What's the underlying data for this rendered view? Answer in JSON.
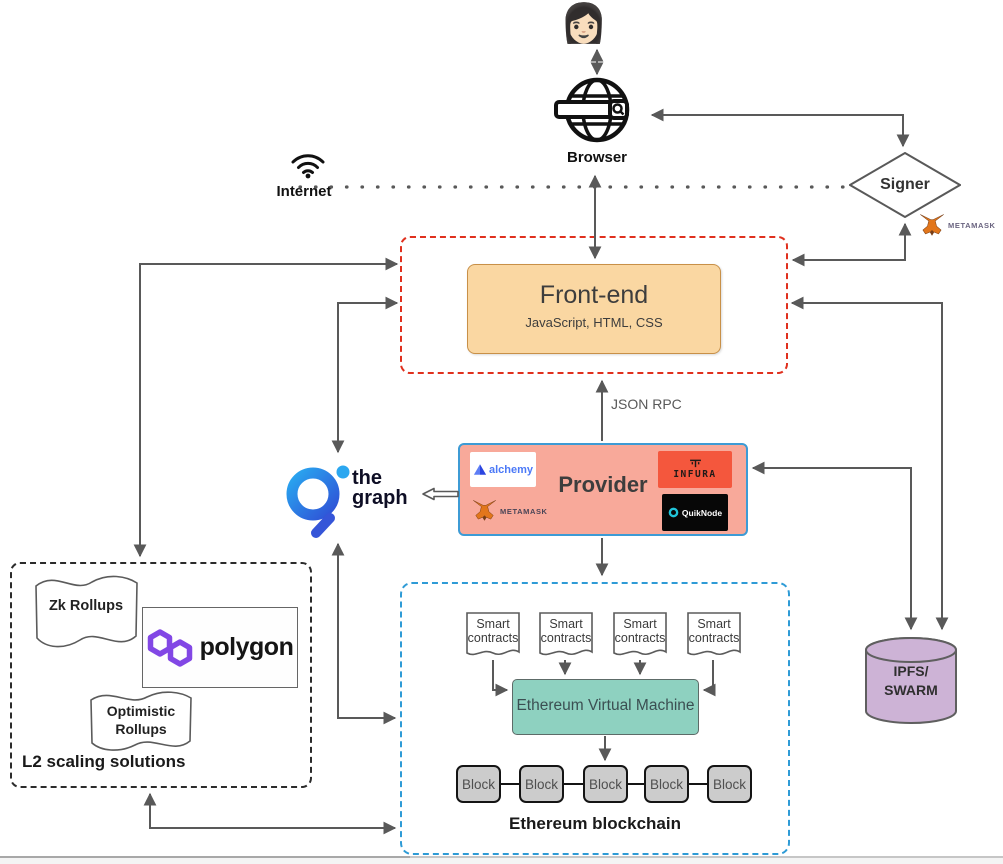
{
  "nodes": {
    "user": {
      "emoji": "👩🏻"
    },
    "browser": {
      "label": "Browser"
    },
    "internet": {
      "label": "Internet"
    },
    "signer": {
      "label": "Signer",
      "wallet_label": "METAMASK"
    },
    "frontend": {
      "title": "Front-end",
      "subtitle": "JavaScript, HTML, CSS"
    },
    "rpc_label": "JSON RPC",
    "provider": {
      "title": "Provider",
      "alchemy_label": "alchemy",
      "metamask_label": "METAMASK",
      "infura_label": "INFURA",
      "quiknode_label": "QuikNode"
    },
    "the_graph": {
      "line1": "the",
      "line2": "graph"
    },
    "l2": {
      "caption": "L2 scaling solutions",
      "zk_label": "Zk Rollups",
      "optimistic_line1": "Optimistic",
      "optimistic_line2": "Rollups",
      "polygon_label": "polygon"
    },
    "ethereum": {
      "caption": "Ethereum blockchain",
      "evm_label": "Ethereum Virtual Machine",
      "smart_contract": {
        "line1": "Smart",
        "line2": "contracts"
      },
      "blocks": [
        "Block",
        "Block",
        "Block",
        "Block",
        "Block"
      ]
    },
    "storage": {
      "line1": "IPFS/",
      "line2": "SWARM"
    }
  },
  "colors": {
    "red_dashed": "#e0301e",
    "blue_dashed": "#2e9bd6",
    "frontend_fill": "#fad7a2",
    "provider_fill": "#f8a99a",
    "provider_border": "#3d9bd5",
    "evm_fill": "#8ed1c0",
    "block_fill": "#cccccc",
    "storage_fill": "#cdb3d6",
    "polygon_purple": "#8247e5",
    "infura_orange": "#f4573d",
    "graph_blue": "#2aa4ef",
    "arrow_gray": "#595959"
  }
}
